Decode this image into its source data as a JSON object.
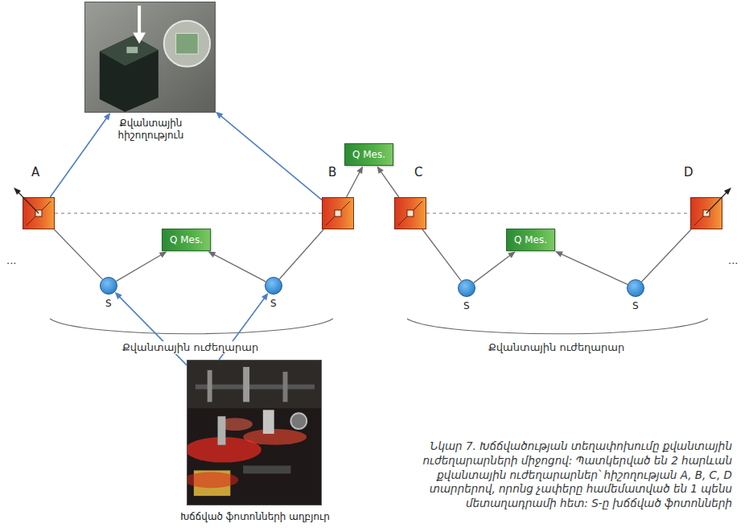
{
  "diagram": {
    "caption": "Նկար 7. Խճճվածության տեղափոխումը քվանտային ուժեղարարների միջոցով: Պատկերված են 2 հարևան քվանտային ուժեղարարներ՝ հիշողության A, B, C, D տարրերով, որոնց չափերը համեմատված են 1 պենս մետաղադրամի հետ: S-ը խճճված ֆոտոնների",
    "nodes": [
      {
        "text": [
          "Քվանտային հիշողություն"
        ]
      },
      {
        "text": [
          "Q Mes."
        ]
      },
      {
        "text": [
          "A"
        ]
      },
      {
        "text": [
          "B"
        ]
      },
      {
        "text": [
          "C"
        ]
      },
      {
        "text": [
          "D"
        ]
      },
      {
        "text": [
          "Q Mes."
        ]
      },
      {
        "text": [
          "Q Mes."
        ]
      },
      {
        "text": [
          "S"
        ]
      },
      {
        "text": [
          "S"
        ]
      },
      {
        "text": [
          "S"
        ]
      },
      {
        "text": [
          "S"
        ]
      },
      {
        "text": [
          "Խճճված ֆոտոնների աղբյուր"
        ]
      }
    ],
    "edges": [
      {
        "from": 2,
        "to": 0,
        "arrow": "to"
      },
      {
        "from": 3,
        "to": 0,
        "arrow": "to"
      },
      {
        "from": 3,
        "to": 1,
        "arrow": "to"
      },
      {
        "from": 4,
        "to": 1,
        "arrow": "to"
      },
      {
        "from": 2,
        "to": 3,
        "arrow": "none"
      },
      {
        "from": 4,
        "to": 5,
        "arrow": "none"
      },
      {
        "from": 8,
        "to": 2,
        "arrow": "none"
      },
      {
        "from": 8,
        "to": 6,
        "arrow": "to"
      },
      {
        "from": 9,
        "to": 6,
        "arrow": "to"
      },
      {
        "from": 9,
        "to": 3,
        "arrow": "none"
      },
      {
        "from": 10,
        "to": 4,
        "arrow": "none"
      },
      {
        "from": 10,
        "to": 7,
        "arrow": "to"
      },
      {
        "from": 11,
        "to": 7,
        "arrow": "to"
      },
      {
        "from": 11,
        "to": 5,
        "arrow": "none"
      },
      {
        "from": 12,
        "to": 8,
        "arrow": "to"
      },
      {
        "from": 12,
        "to": 9,
        "arrow": "to"
      }
    ],
    "labels": [
      "...",
      "...",
      "Քվանտային ուժեղարար",
      "Քվանտային ուժեղարար"
    ]
  }
}
